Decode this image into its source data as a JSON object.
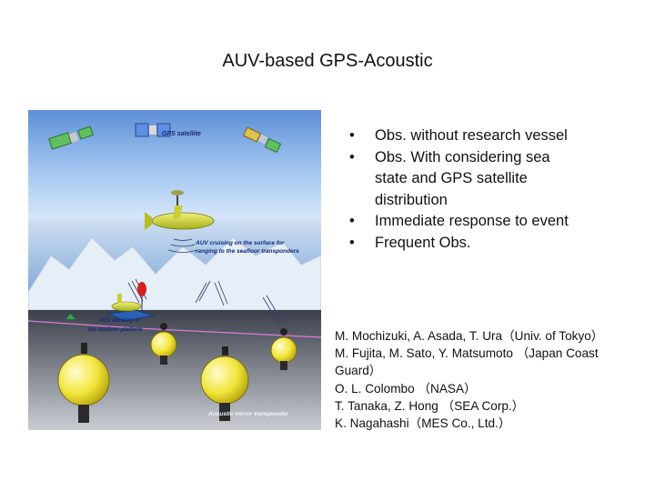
{
  "slide": {
    "title": "AUV-based GPS-Acoustic"
  },
  "figure": {
    "gps_label": "GPS satellite",
    "auv_caption_line1": "AUV cruising on the surface for",
    "auv_caption_line2": "ranging to the seafloor transponders",
    "docking_line1": "AUV docking to",
    "docking_line2": "the seafloor platform",
    "transponder_label": "Acoustic mirror transponder"
  },
  "bullets": [
    {
      "bullet": "•",
      "text": "Obs. without research vessel"
    },
    {
      "bullet": "•",
      "text": "Obs. With considering sea"
    },
    {
      "bullet": "",
      "text": "state and GPS satellite"
    },
    {
      "bullet": "",
      "text": "distribution"
    },
    {
      "bullet": "•",
      "text": "Immediate response to event"
    },
    {
      "bullet": "•",
      "text": "Frequent Obs."
    }
  ],
  "authors": [
    "M. Mochizuki, A. Asada, T. Ura（Univ. of Tokyo）",
    "M. Fujita, M. Sato, Y. Matsumoto （Japan Coast",
    "Guard）",
    "O. L. Colombo （NASA）",
    "T. Tanaka, Z. Hong （SEA Corp.）",
    "K. Nagahashi（MES Co., Ltd.）"
  ]
}
